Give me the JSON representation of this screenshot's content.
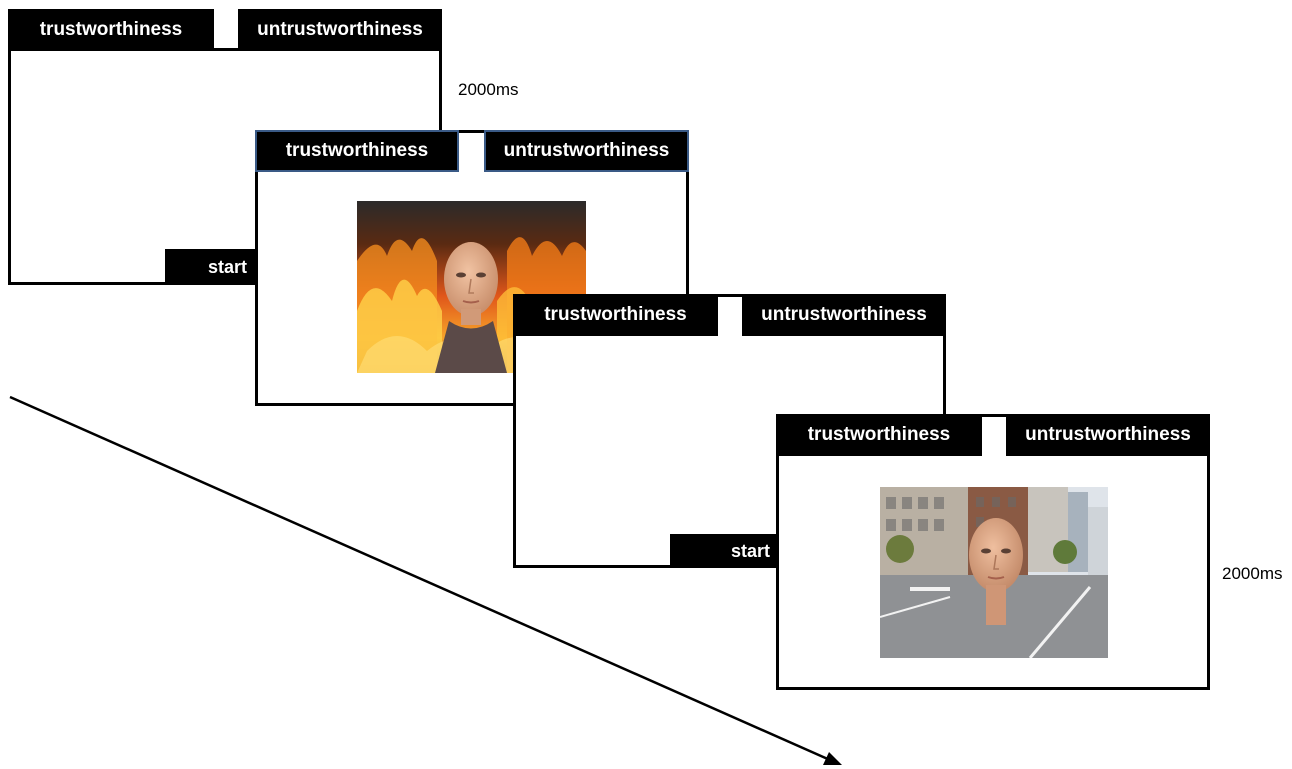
{
  "labels": {
    "left": "trustworthiness",
    "right": "untrustworthiness",
    "start": "start"
  },
  "timings": {
    "first": "2000ms",
    "second": "2000ms"
  },
  "colors": {
    "frame": "#000000",
    "label_bg": "#000000",
    "label_text": "#ffffff",
    "label_edge_blue": "#3a5a86"
  },
  "stimuli": {
    "first": "face-in-fire",
    "second": "face-on-city-street"
  }
}
